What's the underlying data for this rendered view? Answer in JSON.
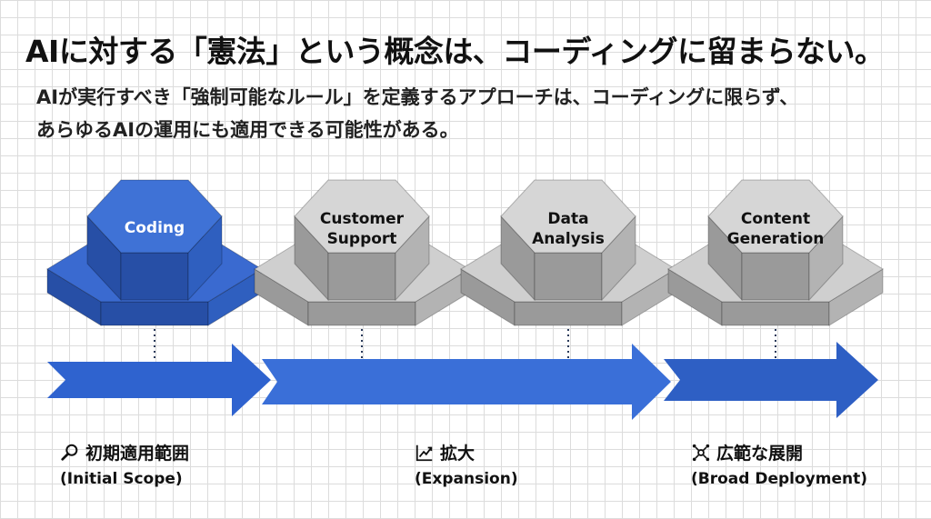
{
  "title": "AIに対する「憲法」という概念は、コーディングに留まらない。",
  "subtitle_lines": [
    "AIが実行すべき「強制可能なルール」を定義するアプローチは、コーディングに限らず、",
    "あらゆるAIの運用にも適用できる可能性がある。"
  ],
  "nodes": [
    {
      "line1": "Coding",
      "line2": "",
      "active": true
    },
    {
      "line1": "Customer",
      "line2": "Support",
      "active": false
    },
    {
      "line1": "Data",
      "line2": "Analysis",
      "active": false
    },
    {
      "line1": "Content",
      "line2": "Generation",
      "active": false
    }
  ],
  "phases": [
    {
      "title": "初期適用範囲",
      "subtitle": "(Initial Scope)",
      "icon": "magnifier-icon"
    },
    {
      "title": "拡大",
      "subtitle": "(Expansion)",
      "icon": "growth-chart-icon"
    },
    {
      "title": "広範な展開",
      "subtitle": "(Broad Deployment)",
      "icon": "network-expand-icon"
    }
  ],
  "colors": {
    "blue_top": "#3f72d6",
    "blue_side_dark": "#274fa6",
    "blue_side_mid": "#2f5fbf",
    "gray_top": "#d6d6d6",
    "gray_side_dark": "#9a9a9a",
    "gray_side_mid": "#b3b3b3",
    "arrow1": "#2f63cf",
    "arrow2": "#3a6fd8",
    "arrow3": "#2e5fc4"
  }
}
